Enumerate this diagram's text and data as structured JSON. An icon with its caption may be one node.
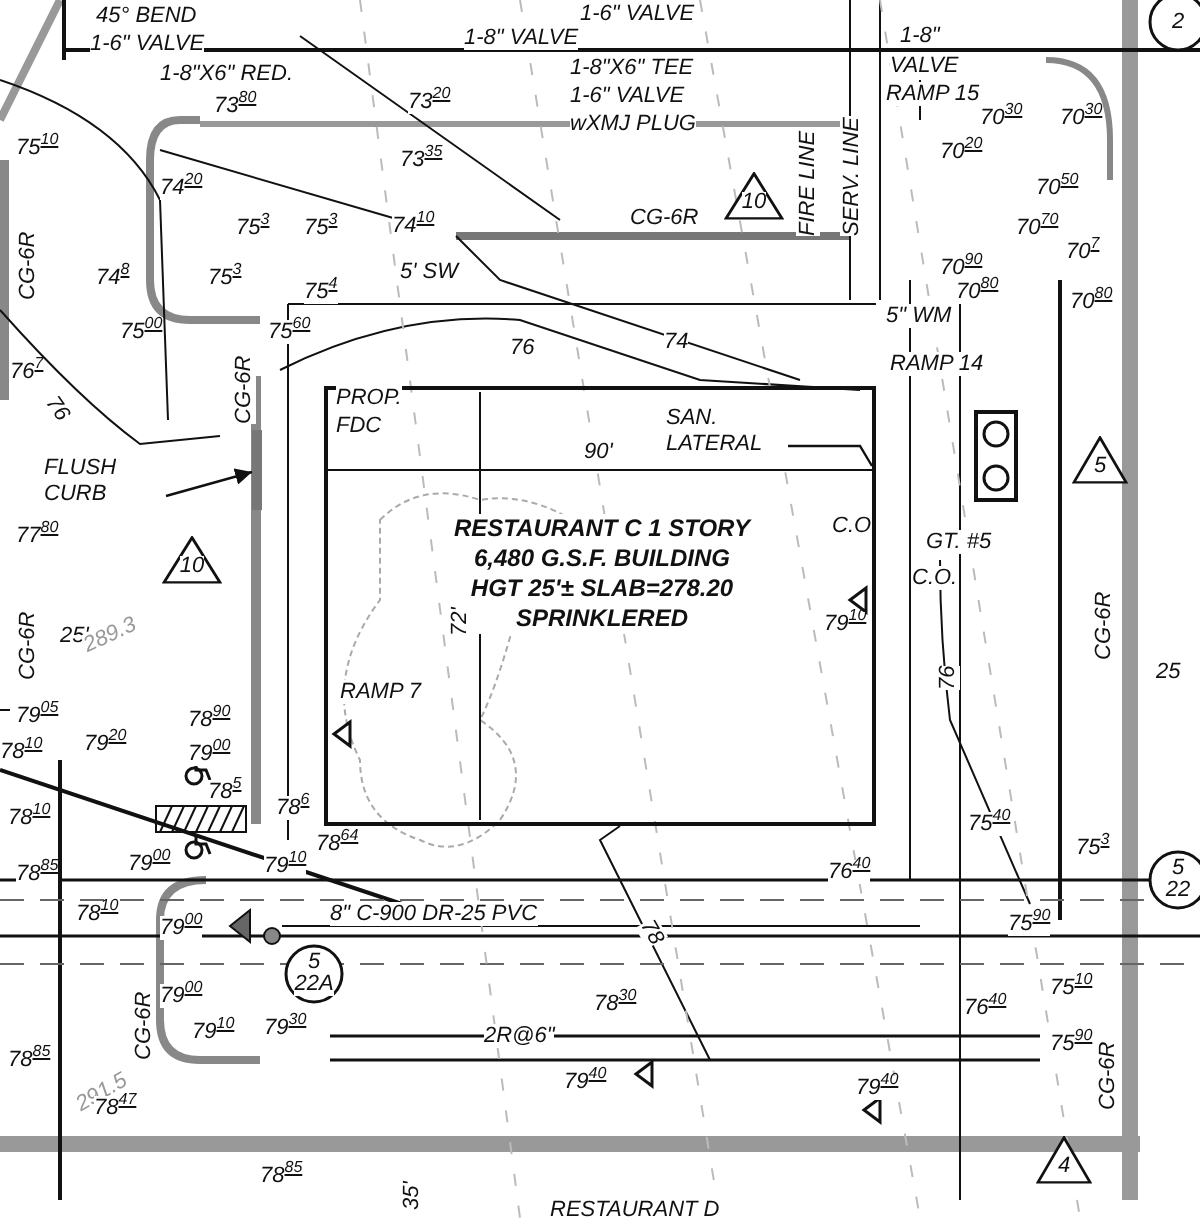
{
  "diagram": {
    "nodes": [
      {
        "text": [
          "RESTAURANT C 1 STORY 6,480 G.S.F. BUILDING HGT 25'± SLAB=278.20 SPRINKLERED"
        ]
      },
      {
        "text": [
          "FLUSH CURB"
        ]
      },
      {
        "text": [],
        "shape": "bar"
      },
      {
        "text": [
          "SAN. LATERAL"
        ],
        "in": 0
      },
      {
        "text": [
          "10"
        ]
      },
      {
        "text": [
          "10"
        ]
      },
      {
        "text": [
          "5"
        ]
      },
      {
        "text": [
          "4"
        ]
      },
      {
        "text": [
          "5",
          "22A"
        ]
      },
      {
        "text": [
          "2"
        ]
      },
      {
        "text": [
          "5",
          "22"
        ]
      }
    ],
    "edges": [
      {
        "from": 1,
        "to": 2,
        "arrow": "to"
      },
      {
        "from": 3,
        "to": 0,
        "arrow": "none"
      }
    ],
    "labels": [
      "45° BEND",
      "1-6\" VALVE",
      "1-8\"X6\" RED.",
      "1-6\" VALVE",
      "1-8\" VALVE",
      "1-8\"X6\" TEE",
      "1-6\" VALVE",
      "wXMJ PLUG",
      "1-8\"",
      "VALVE",
      "RAMP 15",
      "FIRE LINE",
      "SERV. LINE",
      "73$^{80}$",
      "73$^{20}$",
      "70$^{30}$",
      "70$^{30}$",
      "75$^{10}$",
      "73$^{35}$",
      "70$^{20}$",
      "74$^{20}$",
      "70$^{50}$",
      "CG-6R",
      "75$^{3}$",
      "75$^{3}$",
      "74$^{10}$",
      "CG-6R",
      "70$^{70}$",
      "70$^{7}$",
      "74$^{8}$",
      "75$^{3}$",
      "5' SW",
      "75$^{4}$",
      "70$^{90}$",
      "70$^{80}$",
      "70$^{80}$",
      "5\" WM",
      "75$^{00}$",
      "75$^{60}$",
      "76",
      "74",
      "76$^{7}$",
      "RAMP 14",
      "CG-6R",
      "76",
      "PROP.",
      "FDC",
      "90'",
      "CG-6R",
      "72'",
      "C.O",
      "GT. #5",
      "C.O.",
      "77$^{80}$",
      "CG-6R",
      "25",
      "25'",
      "289.3",
      "76",
      "79$^{05}$",
      "78$^{90}$",
      "RAMP 7",
      "79$^{10}$",
      "78$^{10}$",
      "79$^{20}$",
      "79$^{00}$",
      "78$^{5}$",
      "78$^{6}$",
      "78$^{10}$",
      "78$^{64}$",
      "79$^{00}$",
      "78$^{85}$",
      "79$^{10}$",
      "75$^{40}$",
      "75$^{3}$",
      "76$^{40}$",
      "78$^{10}$",
      "79$^{00}$",
      "8\" C-900 DR-25 PVC",
      "78",
      "75$^{90}$",
      "CG-6R",
      "79$^{00}$",
      "76$^{40}$",
      "75$^{10}$",
      "78$^{30}$",
      "79$^{10}$",
      "79$^{30}$",
      "2R@6\"",
      "75$^{90}$",
      "79$^{40}$",
      "79$^{40}$",
      "CG-6R",
      "291.5",
      "78$^{85}$",
      "78$^{47}$",
      "78$^{85}$",
      "35'",
      "RESTAURANT D"
    ]
  }
}
